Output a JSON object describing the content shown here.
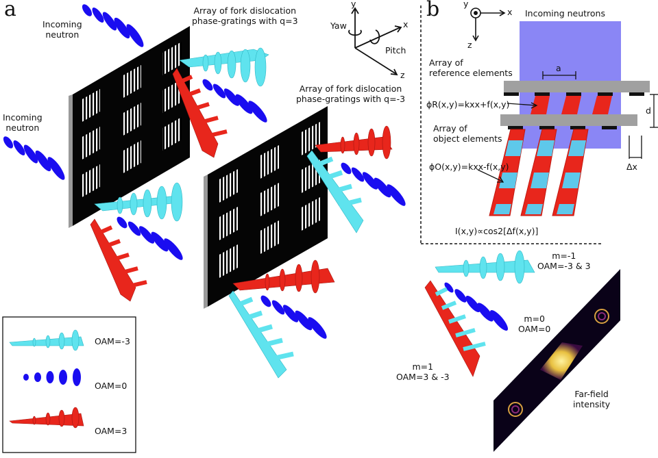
{
  "panel_a": {
    "letter": "a",
    "incoming_neutron_top": [
      "Incoming",
      "neutron"
    ],
    "incoming_neutron_left": [
      "Incoming",
      "neutron"
    ],
    "grating_q3": [
      "Array of fork dislocation",
      "phase-gratings with q=3"
    ],
    "grating_qm3": [
      "Array of fork dislocation",
      "phase-gratings with q=-3"
    ],
    "axes": {
      "y": "y",
      "x": "x",
      "z": "z",
      "yaw": "Yaw",
      "pitch": "Pitch"
    }
  },
  "legend": {
    "items": [
      {
        "label": "OAM=-3",
        "color": "#5fe3ee"
      },
      {
        "label": "OAM=0",
        "color": "#1a0df0"
      },
      {
        "label": "OAM=3",
        "color": "#e8261c"
      }
    ]
  },
  "panel_b": {
    "letter": "b",
    "axes": {
      "y": "y",
      "x": "x",
      "z": "z"
    },
    "incoming": "Incoming neutrons",
    "reference": [
      "Array of",
      "reference elements"
    ],
    "object": [
      "Array of",
      "object elements"
    ],
    "a_label": "a",
    "d_label": "d",
    "dx_label": "Δx",
    "phi_r": "ϕR(x,y)=kxx+f(x,y)",
    "phi_o": "ϕO(x,y)=kxx-f(x,y)",
    "intensity": "I(x,y)∝cos2[Δf(x,y)]"
  },
  "far_field": {
    "m_minus1": [
      "m=-1",
      "OAM=-3 & 3"
    ],
    "m_0": [
      "m=0",
      "OAM=0"
    ],
    "m_1": [
      "m=1",
      "OAM=3 & -3"
    ],
    "intensity": [
      "Far-field",
      "intensity"
    ]
  },
  "colors": {
    "cyan": "#5fe3ee",
    "blue": "#1a0df0",
    "red": "#e8261c",
    "lavender": "#8a86f5",
    "gray": "#a0a0a0"
  }
}
